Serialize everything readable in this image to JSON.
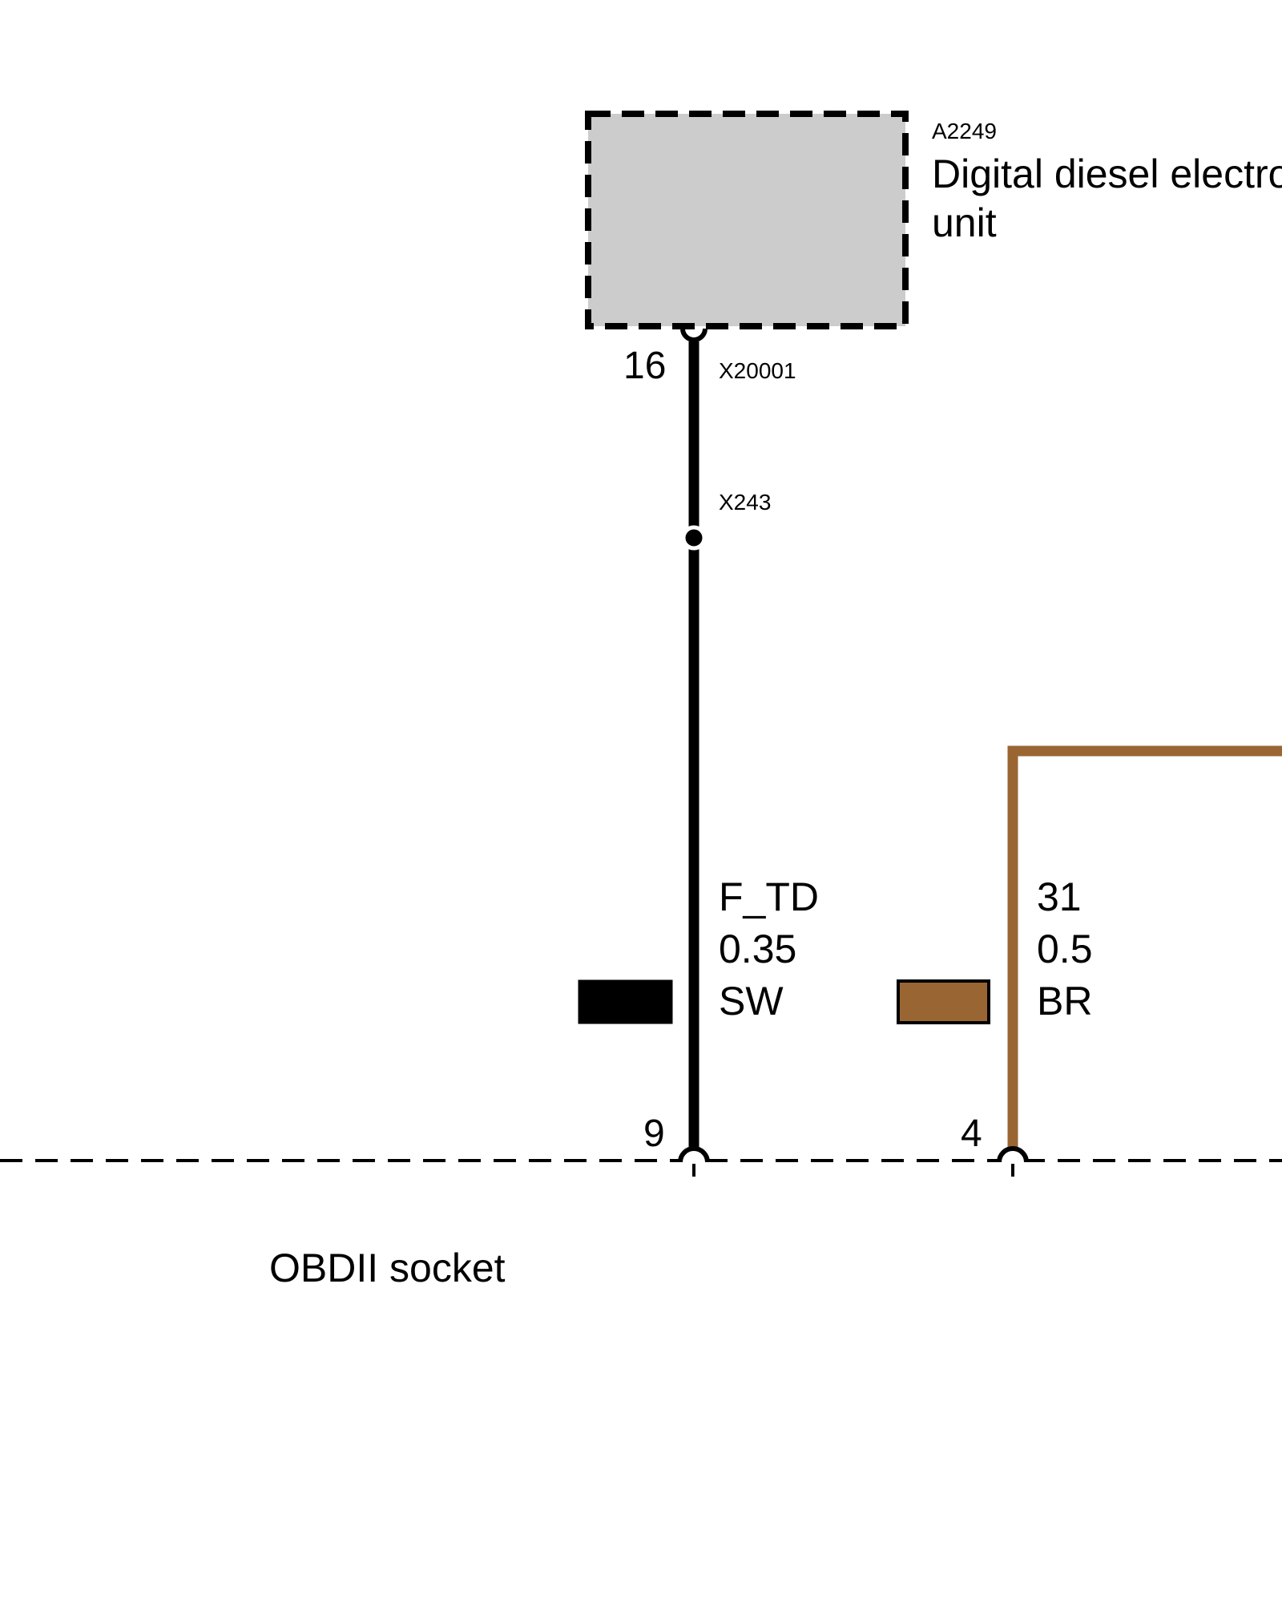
{
  "component": {
    "id": "A2249",
    "name_line1": "Digital diesel electronics",
    "name_line2": "unit",
    "fill": "#cccccc"
  },
  "connectors": {
    "top": "X20001",
    "splice": "X243"
  },
  "pins": {
    "top": "16",
    "black_bottom": "9",
    "brown_bottom": "4"
  },
  "wires": [
    {
      "signal": "F_TD",
      "size": "0.35",
      "color_code": "SW",
      "color": "#000000"
    },
    {
      "signal": "31",
      "size": "0.5",
      "color_code": "BR",
      "color": "#996633"
    }
  ],
  "socket": {
    "label": "OBDII socket"
  }
}
